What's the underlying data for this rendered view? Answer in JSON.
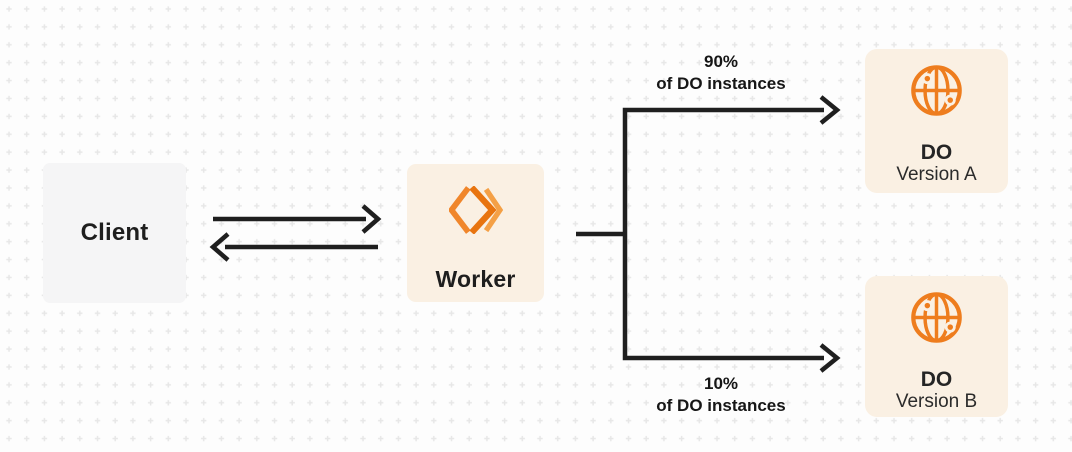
{
  "diagram": {
    "client": {
      "label": "Client"
    },
    "worker": {
      "label": "Worker"
    },
    "do_version_a": {
      "title": "DO",
      "subtitle": "Version A"
    },
    "do_version_b": {
      "title": "DO",
      "subtitle": "Version B"
    },
    "top_branch_label": {
      "line1": "90%",
      "line2": "of DO instances"
    },
    "bottom_branch_label": {
      "line1": "10%",
      "line2": "of DO instances"
    },
    "colors": {
      "background": "#fdfdfd",
      "dot_grid": "#e7e7e7",
      "node_cream_bg": "#faf0e3",
      "node_gray_bg": "#f5f5f6",
      "orange_globe": "#ee7d1e",
      "orange_logo_left": "#f0862b",
      "orange_logo_mid": "#e8740f",
      "orange_logo_right": "#f4a046",
      "arrow": "#1f1f1f",
      "text": "#1e1e1e"
    }
  }
}
